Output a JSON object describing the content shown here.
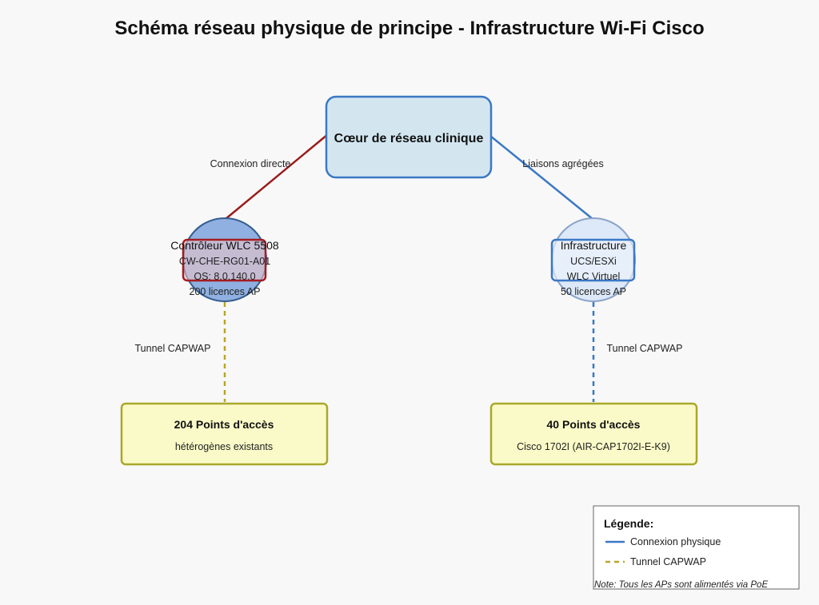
{
  "title": "Schéma réseau physique de principe - Infrastructure Wi-Fi Cisco",
  "core": {
    "label": "Cœur de réseau clinique"
  },
  "links": {
    "left_label": "Connexion directe",
    "right_label": "Liaisons agrégées",
    "left_tunnel_label": "Tunnel CAPWAP",
    "right_tunnel_label": "Tunnel CAPWAP"
  },
  "controller_left": {
    "title": "Contrôleur WLC 5508",
    "lines": [
      "CW-CHE-RG01-A01",
      "OS: 8.0.140.0",
      "200 licences AP"
    ]
  },
  "controller_right": {
    "title": "Infrastructure",
    "lines": [
      "UCS/ESXi",
      "WLC Virtuel",
      "50 licences AP"
    ]
  },
  "ap_left": {
    "title": "204 Points d'accès",
    "subtitle": "hétérogènes existants"
  },
  "ap_right": {
    "title": "40 Points d'accès",
    "subtitle": "Cisco 1702I (AIR-CAP1702I-E-K9)"
  },
  "legend": {
    "title": "Légende:",
    "physical": "Connexion physique",
    "tunnel": "Tunnel CAPWAP",
    "note": "Note: Tous les APs sont alimentés via PoE"
  },
  "colors": {
    "background": "#f8f8f8",
    "core_fill": "#d3e6f0",
    "core_stroke": "#3b78c4",
    "left_link": "#9b1c1c",
    "right_link": "#3b78c4",
    "left_circle_fill": "#8fb0e0",
    "left_box_fill": "#f4c6c6",
    "left_box_stroke": "#a41d22",
    "right_circle_fill": "#dde8f8",
    "ap_fill": "#fafac8",
    "ap_stroke": "#a9a82a",
    "left_tunnel": "#b6a72a",
    "right_tunnel": "#3b78c4"
  }
}
